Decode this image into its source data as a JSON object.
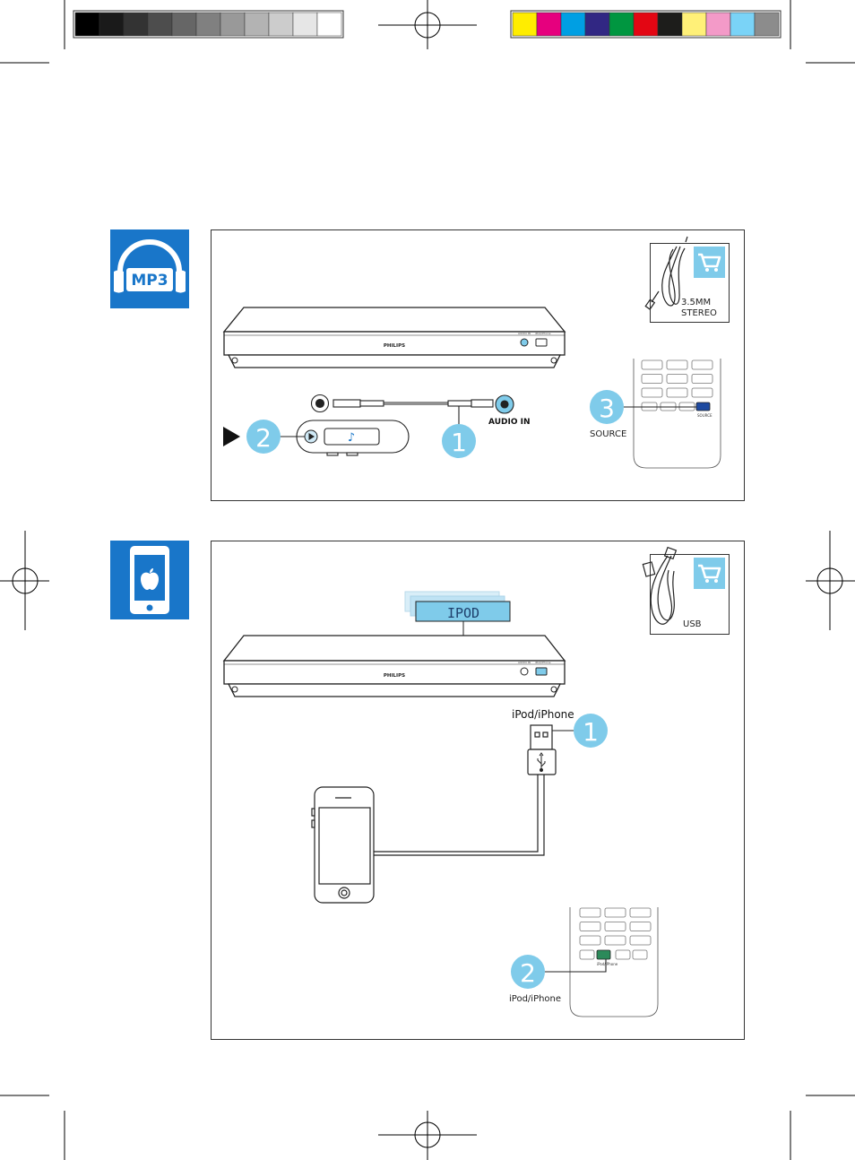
{
  "colors": {
    "gray_bar": [
      "#000000",
      "#1a1a1a",
      "#333333",
      "#4d4d4d",
      "#666666",
      "#808080",
      "#999999",
      "#b3b3b3",
      "#cccccc",
      "#e6e6e6",
      "#ffffff"
    ],
    "color_bar": [
      "#ffed00",
      "#e6007e",
      "#009fe3",
      "#312783",
      "#009640",
      "#e30613",
      "#1d1d1b",
      "#fff078",
      "#f39ac8",
      "#7ad3f7",
      "#8c8c8c"
    ],
    "accent_blue": "#1976c9",
    "callout_blue": "#7fcbea",
    "callout_text": "#ffffff",
    "line": "#1a1a1a",
    "ipod_green": "#2c8a5a",
    "source_key": "#1e4aa0"
  },
  "icons": {
    "mp3_tile": "headphones-mp3-icon",
    "iphone_tile": "iphone-apple-icon",
    "cart": "shopping-cart-icon",
    "usb": "usb-symbol-icon",
    "play_arrow": "play-arrow-icon",
    "music_note": "music-note-icon"
  },
  "mp3_tile": {
    "label": "MP3"
  },
  "note_glyph": "♪",
  "panel1": {
    "brand": "PHILIPS",
    "front_label_1": "AUDIO IN",
    "front_label_2": "iPod/iPhone",
    "cable_label_1": "3.5MM",
    "cable_label_2": "STEREO",
    "step1": "1",
    "step2": "2",
    "step3": "3",
    "audio_in_label": "AUDIO IN",
    "source_label": "SOURCE",
    "remote_key_label": "SOURCE"
  },
  "panel2": {
    "display_text": "IPOD",
    "brand": "PHILIPS",
    "front_label_1": "AUDIO IN",
    "front_label_2": "iPod/iPhone",
    "cable_label": "USB",
    "port_label": "iPod/iPhone",
    "step1": "1",
    "step2": "2",
    "remote_label": "iPod/iPhone",
    "remote_key_label": "iPod/iPhone"
  }
}
